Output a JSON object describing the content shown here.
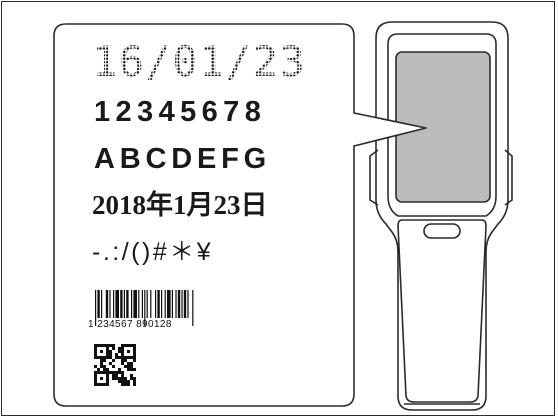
{
  "label_lines": {
    "dot_date": "16/01/23",
    "numbers": "12345678",
    "letters": "ABCDEFG",
    "japanese_date": "2018年1月23日",
    "symbols": "-.:/()#＊¥"
  },
  "barcode": {
    "human_readable": "1 234567 890128"
  },
  "colors": {
    "stroke": "#2b2b2b",
    "screen_fill": "#bcbcbc",
    "text": "#1a1a1a"
  }
}
